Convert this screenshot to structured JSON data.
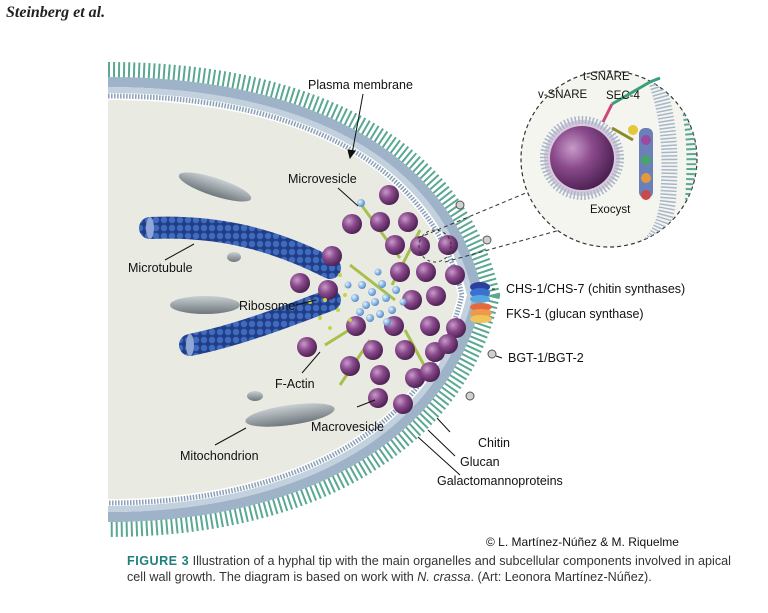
{
  "header": {
    "author": "Steinberg et al."
  },
  "labels": {
    "plasma_membrane": "Plasma membrane",
    "microvesicle": "Microvesicle",
    "microtubule": "Microtubule",
    "ribosome": "Ribosome",
    "f_actin": "F-Actin",
    "macrovesicle": "Macrovesicle",
    "mitochondrion": "Mitochondrion",
    "chitin": "Chitin",
    "glucan": "Glucan",
    "galactomannoproteins": "Galactomannoproteins",
    "chs": "CHS-1/CHS-7 (chitin synthases)",
    "fks": "FKS-1 (glucan synthase)",
    "bgt": "BGT-1/BGT-2",
    "t_snare": "t-SNARE",
    "v_snare": "v-SNARE",
    "sec4": "SEC-4",
    "exocyst": "Exocyst"
  },
  "credit": "© L. Martínez-Núñez & M. Riquelme",
  "caption": {
    "figure_label": "FIGURE 3",
    "text_before": " Illustration of a hyphal tip with the main organelles and subcellular components involved in apical cell wall growth. The diagram is based on work with ",
    "species": "N. crassa",
    "text_after": ". (Art: Leonora Martínez-Núñez)."
  },
  "colors": {
    "cytoplasm": "#e9ebe3",
    "membrane": "#a7b6c9",
    "wall_green": "#66b59a",
    "vesicle": "#7b3c7f",
    "microtubule": "#2c4e9a",
    "mitochondrion": "#7d868c",
    "actin": "#a6c04a",
    "caption_accent": "#1f7f7c"
  }
}
